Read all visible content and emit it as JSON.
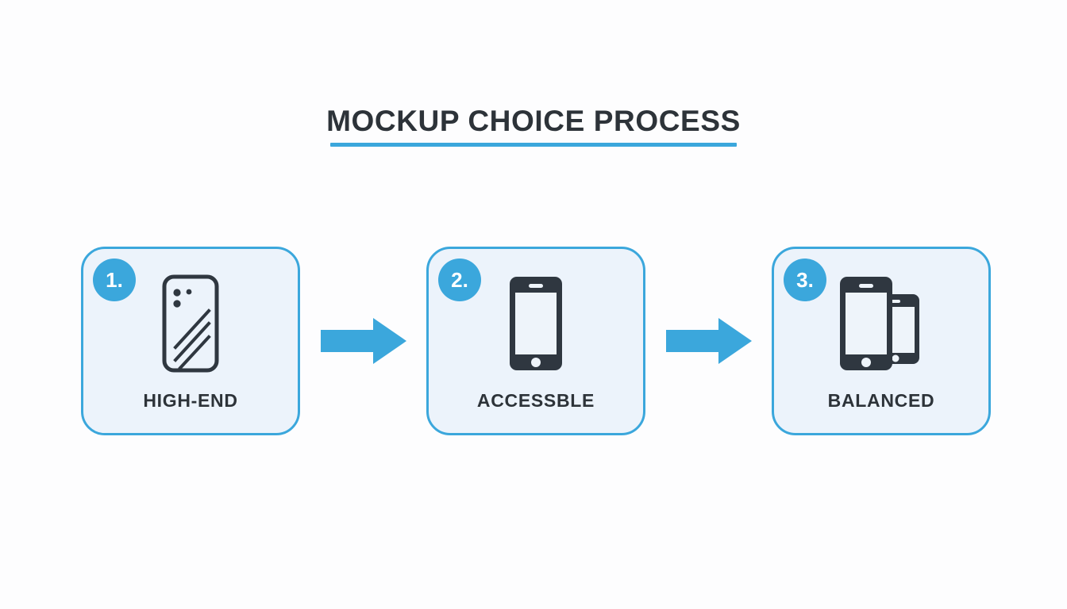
{
  "title": {
    "text": "MOCKUP CHOICE PROCESS",
    "underline_color": "#3ba7dc"
  },
  "theme": {
    "background": "#fdfdfe",
    "accent": "#3ba7dc",
    "card_fill": "#ecf3fb",
    "card_border": "#3ba7dc",
    "text_dark": "#2d3339",
    "icon_dark": "#2f3740",
    "badge_text": "#ffffff"
  },
  "steps": [
    {
      "number": "1.",
      "label": "HIGH-END",
      "icon": "phone-back-icon"
    },
    {
      "number": "2.",
      "label": "ACCESSBLE",
      "icon": "smartphone-icon"
    },
    {
      "number": "3.",
      "label": "BALANCED",
      "icon": "two-phones-icon"
    }
  ],
  "arrows": [
    {
      "name": "arrow-right-icon"
    },
    {
      "name": "arrow-right-icon"
    }
  ]
}
